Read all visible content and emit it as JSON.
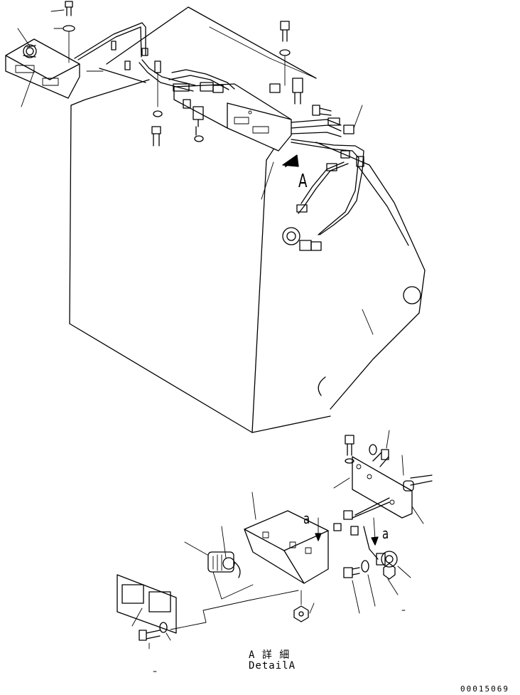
{
  "figure": {
    "view_label": "A",
    "detail_arrow_label_left": "a",
    "detail_arrow_label_right": "a",
    "detail_caption_jp": "A 詳 細",
    "detail_caption_en": "DetailA",
    "document_number": "00015069"
  },
  "icons": {
    "view_arrow": "view-direction-arrow-icon",
    "horn": "horn-icon",
    "bolt": "bolt-icon",
    "washer": "washer-icon",
    "nut": "nut-icon"
  }
}
